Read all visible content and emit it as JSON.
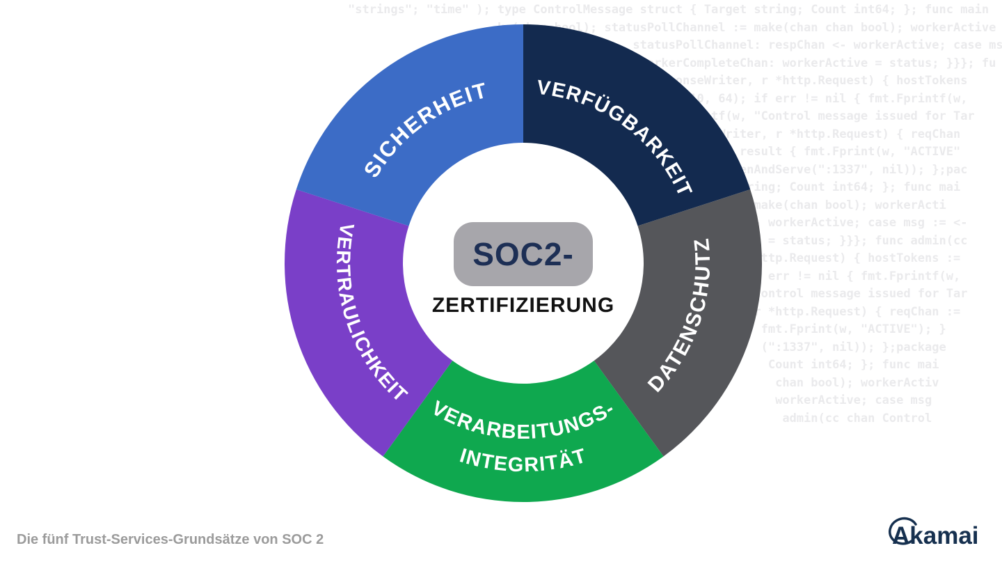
{
  "caption": "Die fünf Trust-Services-Grundsätze von SOC 2",
  "caption_color": "#9b9b9b",
  "center": {
    "badge_label": "SOC2-",
    "subtitle": "ZERTIFIZIERUNG",
    "badge_bg": "#a7a6ab",
    "badge_text_color": "#1d2f55"
  },
  "segments": [
    {
      "label": "VERFÜGBARKEIT",
      "color": "#132a4f"
    },
    {
      "label": "DATENSCHUTZ",
      "color": "#55565a"
    },
    {
      "label_line1": "VERARBEITUNGS-",
      "label_line2": "INTEGRITÄT",
      "color": "#0fa84f"
    },
    {
      "label": "VERTRAULICHKEIT",
      "color": "#7a3fc8"
    },
    {
      "label": "SICHERHEIT",
      "color": "#3c6cc6"
    }
  ],
  "chart_data": {
    "type": "pie",
    "title": "SOC2-ZERTIFIZIERUNG",
    "labels": [
      "VERFÜGBARKEIT",
      "DATENSCHUTZ",
      "VERARBEITUNGS-INTEGRITÄT",
      "VERTRAULICHKEIT",
      "SICHERHEIT"
    ],
    "values": [
      20,
      20,
      20,
      20,
      20
    ],
    "legend_position": "on-segments"
  },
  "logo": {
    "brand": "Akamai",
    "color": "#16304f"
  },
  "background_code": {
    "color": "#eaeaec",
    "lines": [
      "\"strings\"; \"time\" ); type ControlMessage struct { Target string; Count int64; }; func main",
      "                     ke(chan bool); statusPollChannel := make(chan chan bool); workerActive :=",
      "                                        statusPollChannel: respChan <- workerActive; case msg",
      "                                         workerCompleteChan: workerActive = status; }}}; fu",
      "                                          ResponseWriter, r *http.Request) { hostTokens",
      "                                                10, 64); if err != nil { fmt.Fprintf(w,",
      "                                                 intf(w, \"Control message issued for Tar",
      "                                                   eWriter, r *http.Request) { reqChan",
      "                                                    if result { fmt.Fprint(w, \"ACTIVE\"",
      "                                                     stenAndServe(\":1337\", nil)); };pac",
      "                                                      string; Count int64; }; func mai",
      "                                                         make(chan bool); workerActi",
      "                                                        <- workerActive; case msg := <-",
      "                                                       ive = status; }}}; func admin(cc",
      "                                                        *http.Request) { hostTokens :=",
      "                                                        if err != nil { fmt.Fprintf(w,",
      "                                                        \"Control message issued for Tar",
      "                                                         r *http.Request) { reqChan :=",
      "                                                          fmt.Fprint(w, \"ACTIVE\"); }",
      "                                                          (\":1337\", nil)); };package",
      "                                                           Count int64; }; func mai",
      "                                                            chan bool); workerActiv",
      "                                                            workerActive; case msg",
      "                                                             admin(cc chan Control"
    ]
  }
}
